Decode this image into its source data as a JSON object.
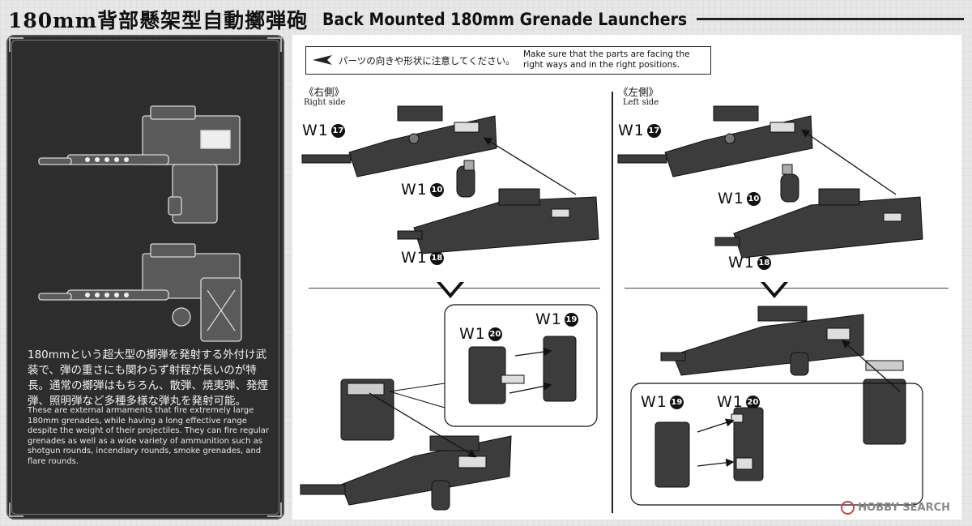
{
  "header": {
    "title_jp": "180mm背部懸架型自動擲弾砲",
    "title_en": "Back Mounted 180mm Grenade Launchers"
  },
  "panel": {
    "desc_jp": "180mmという超大型の擲弾を発射する外付け武装で、弾の重さにも関わらず射程が長いのが特長。通常の擲弾はもちろん、散弾、焼夷弾、発煙弾、照明弾など多種多様な弾丸を発射可能。",
    "desc_en": "These are external armaments that fire extremely large 180mm grenades, while having a long effective range despite the weight of their projectiles. They can fire regular grenades as well as a wide variety of ammunition such as shotgun rounds, incendiary rounds, smoke grenades, and flare rounds."
  },
  "notice": {
    "jp": "パーツの向きや形状に注意してください。",
    "en": "Make sure that the parts are facing the right ways and in the right positions."
  },
  "right_side": {
    "label_jp": "《右側》",
    "label_en": "Right side",
    "part_a": {
      "code": "W1",
      "num": "17"
    },
    "part_b": {
      "code": "W1",
      "num": "10"
    },
    "part_c": {
      "code": "W1",
      "num": "18"
    },
    "part_d": {
      "code": "W1",
      "num": "20"
    },
    "part_e": {
      "code": "W1",
      "num": "19"
    }
  },
  "left_side": {
    "label_jp": "《左側》",
    "label_en": "Left side",
    "part_a": {
      "code": "W1",
      "num": "17"
    },
    "part_b": {
      "code": "W1",
      "num": "10"
    },
    "part_c": {
      "code": "W1",
      "num": "18"
    },
    "part_d": {
      "code": "W1",
      "num": "19"
    },
    "part_e": {
      "code": "W1",
      "num": "20"
    }
  },
  "watermark": "HOBBY SEARCH",
  "colors": {
    "panel": "#2d2d2d",
    "part_gray": "#3c3c3c",
    "sheet": "#ffffff"
  }
}
